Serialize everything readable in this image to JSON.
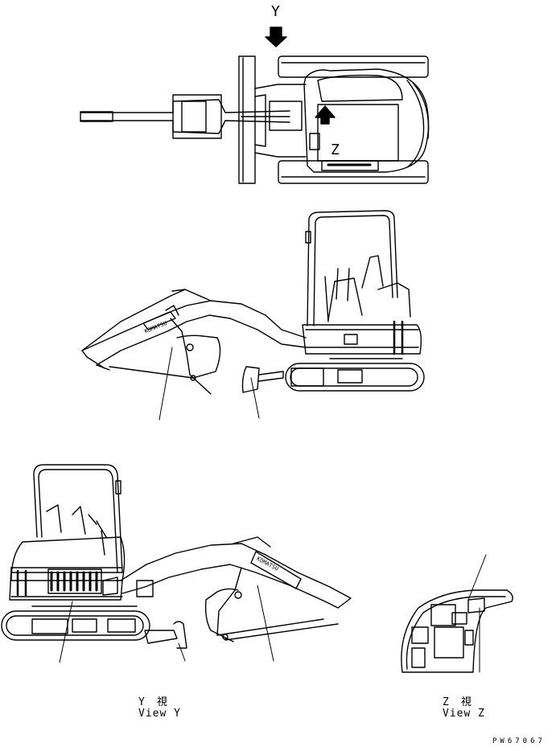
{
  "top_view": {
    "view_marker": "Y",
    "view_marker_z": "Z"
  },
  "labels": {
    "view_y_jp": "Y　視",
    "view_y_en": "View Y",
    "view_z_jp": "Z　視",
    "view_z_en": "View Z"
  },
  "reference_code": "PW67067"
}
